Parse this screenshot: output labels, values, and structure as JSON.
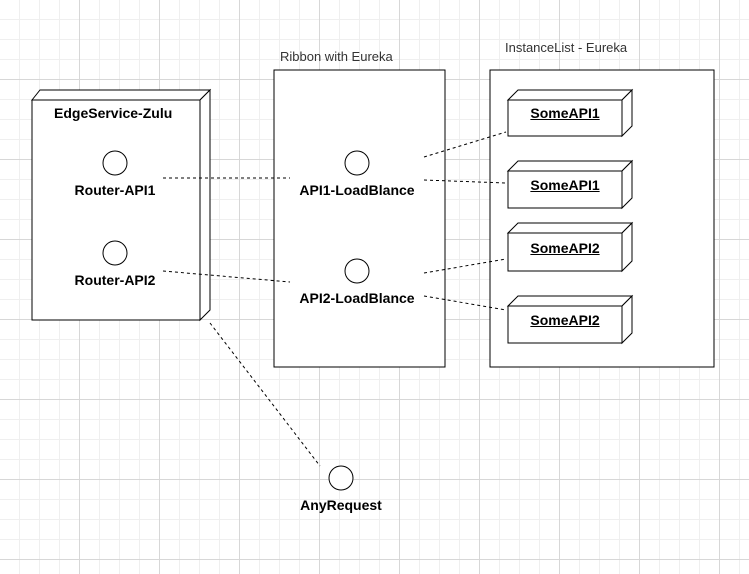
{
  "diagram": {
    "edge_node": {
      "title": "EdgeService-Zulu"
    },
    "ribbon_box": {
      "title": "Ribbon with Eureka"
    },
    "instance_box": {
      "title": "InstanceList - Eureka"
    },
    "interfaces": {
      "router_api1": "Router-API1",
      "router_api2": "Router-API2",
      "api1_lb": "API1-LoadBlance",
      "api2_lb": "API2-LoadBlance",
      "any_request": "AnyRequest"
    },
    "instances": [
      "SomeAPI1",
      "SomeAPI1",
      "SomeAPI2",
      "SomeAPI2"
    ],
    "colors": {
      "stroke": "#000000",
      "grid": "#d7d7d7",
      "background": "#ffffff"
    }
  }
}
